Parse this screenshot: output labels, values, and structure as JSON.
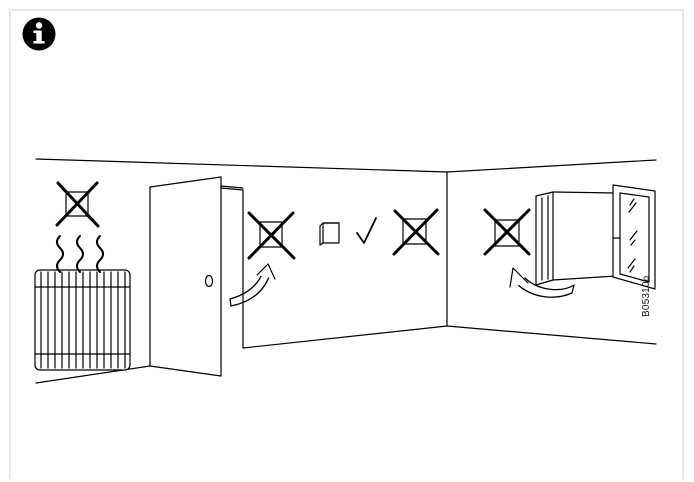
{
  "figure": {
    "code": "B05310b",
    "info_icon": "info-icon",
    "accent_color": "#000000",
    "panel_border_color": "#e6e6e6"
  },
  "placements": [
    {
      "location": "above-radiator",
      "status": "not-allowed",
      "icon": "cross-icon"
    },
    {
      "location": "next-to-door",
      "status": "not-allowed",
      "icon": "cross-icon"
    },
    {
      "location": "inner-wall",
      "status": "allowed",
      "icon": "checkmark-icon"
    },
    {
      "location": "inner-wall-right",
      "status": "not-allowed",
      "icon": "cross-icon"
    },
    {
      "location": "next-to-window",
      "status": "not-allowed",
      "icon": "cross-icon"
    }
  ]
}
